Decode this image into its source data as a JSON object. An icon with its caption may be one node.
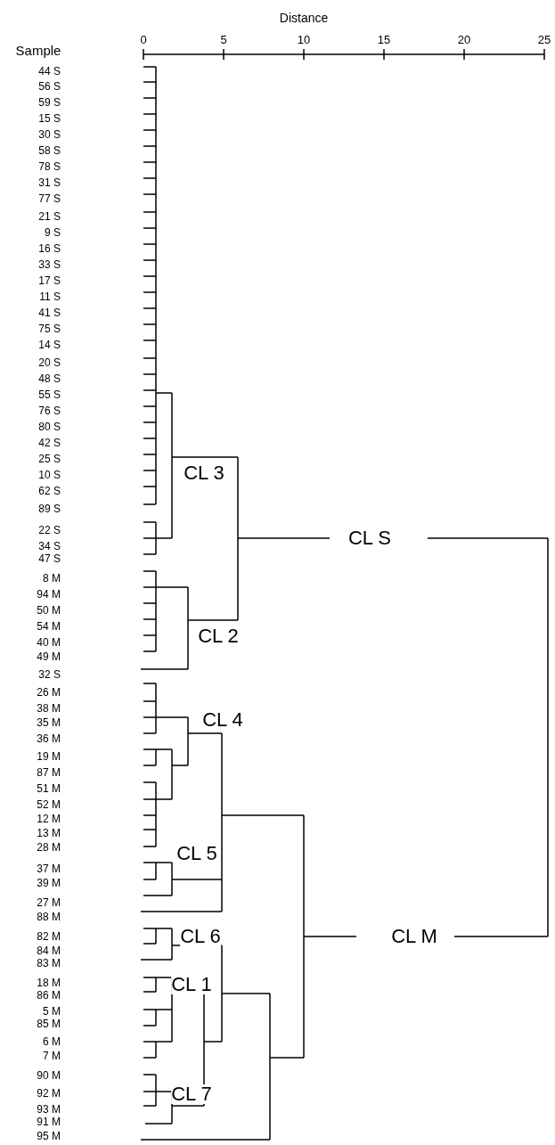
{
  "diagram": {
    "labels": [
      "Distance",
      "Sample",
      "0",
      "5",
      "10",
      "15",
      "20",
      "25",
      "44 S",
      "56 S",
      "59 S",
      "15 S",
      "30 S",
      "58 S",
      "78 S",
      "31 S",
      "77 S",
      "21 S",
      "9 S",
      "16 S",
      "33 S",
      "17 S",
      "11 S",
      "41 S",
      "75 S",
      "14 S",
      "20 S",
      "48 S",
      "55 S",
      "76 S",
      "80 S",
      "42 S",
      "25 S",
      "10 S",
      "62 S",
      "89 S",
      "22 S",
      "34 S",
      "47 S",
      "8 M",
      "94 M",
      "50 M",
      "54 M",
      "40 M",
      "49 M",
      "32 S",
      "26 M",
      "38 M",
      "35 M",
      "36 M",
      "19 M",
      "87 M",
      "51 M",
      "52 M",
      "12 M",
      "13 M",
      "28 M",
      "37 M",
      "39 M",
      "27 M",
      "88 M",
      "82 M",
      "84 M",
      "83 M",
      "18 M",
      "86 M",
      "5 M",
      "85 M",
      "6 M",
      "7 M",
      "90 M",
      "92 M",
      "93 M",
      "91 M",
      "95 M",
      "CL 3",
      "CL S",
      "CL 2",
      "CL 4",
      "CL 5",
      "CL 6",
      "CL M",
      "CL 1",
      "CL 7"
    ]
  }
}
